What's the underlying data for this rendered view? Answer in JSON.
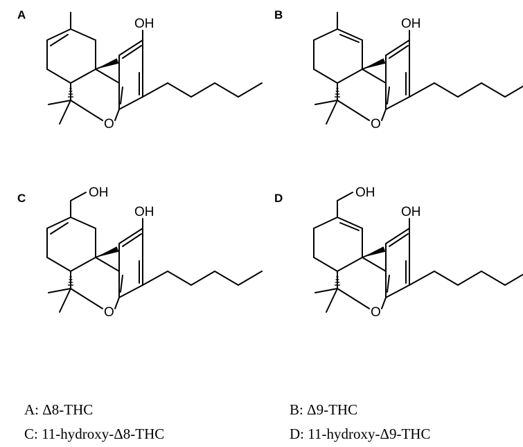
{
  "panels": [
    {
      "letter": "A",
      "oh": "OH",
      "o": "O",
      "variant": "d8",
      "hydroxy": false
    },
    {
      "letter": "B",
      "oh": "OH",
      "o": "O",
      "variant": "d9",
      "hydroxy": false
    },
    {
      "letter": "C",
      "oh": "OH",
      "o": "O",
      "variant": "d8",
      "hydroxy": true,
      "ch2oh": "OH"
    },
    {
      "letter": "D",
      "oh": "OH",
      "o": "O",
      "variant": "d9",
      "hydroxy": true,
      "ch2oh": "OH"
    }
  ],
  "captions": {
    "a": "A: Δ8-THC",
    "b": "B: Δ9-THC",
    "c": "C: 11-hydroxy-Δ8-THC",
    "d": "D: 11-hydroxy-Δ9-THC"
  }
}
